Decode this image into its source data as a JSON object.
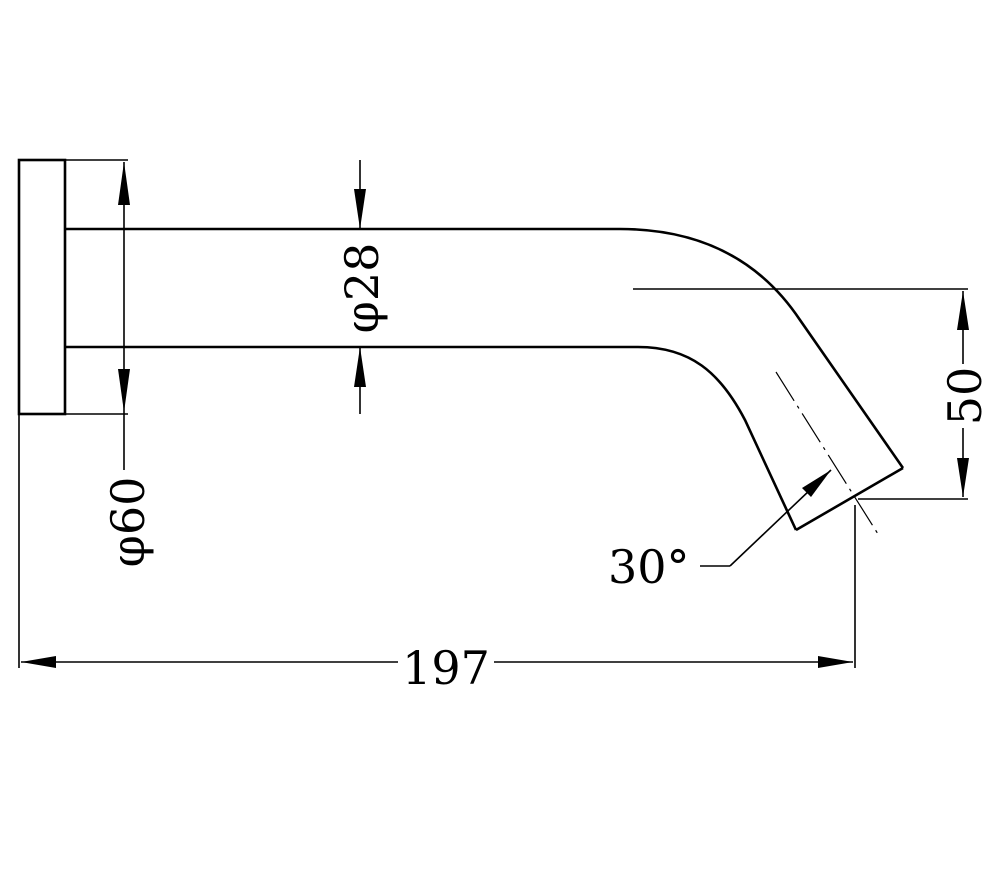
{
  "colors": {
    "line": "#000000",
    "background": "#ffffff"
  },
  "dimensions": {
    "flange_diameter": "φ60",
    "pipe_diameter": "φ28",
    "height_drop": "50",
    "outlet_angle": "30°",
    "overall_length": "197"
  }
}
